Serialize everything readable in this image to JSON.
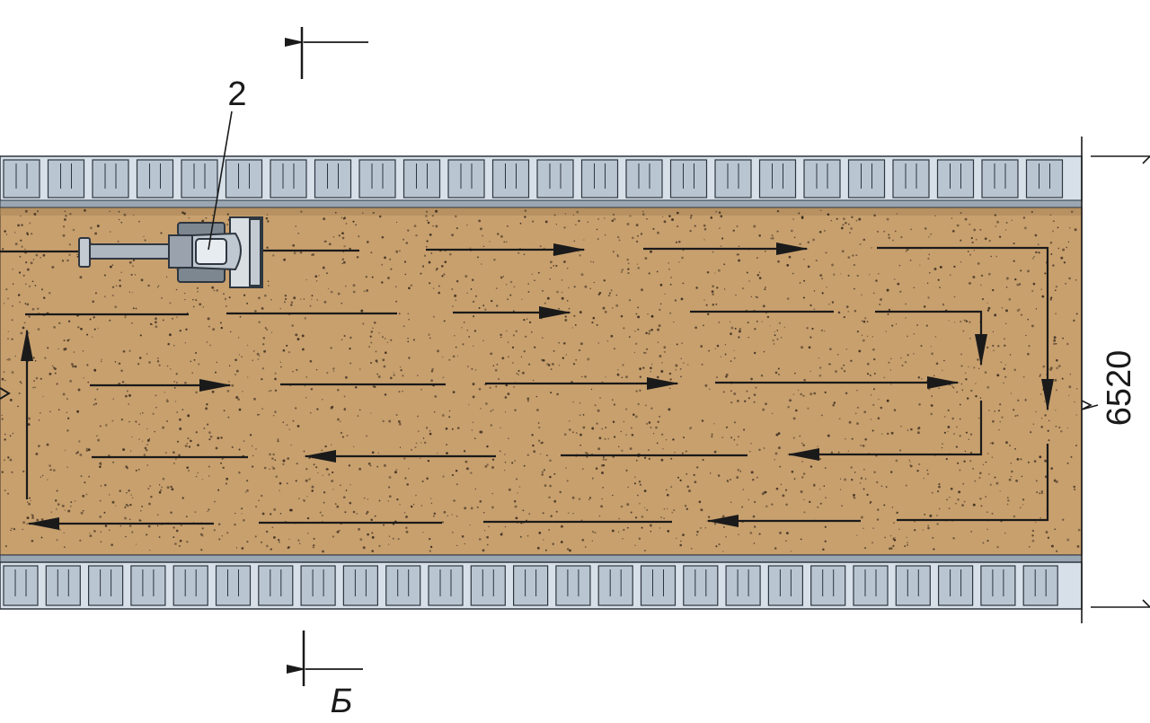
{
  "labels": {
    "callout_number": "2",
    "section_mark": "Б",
    "width_dimension": "6520"
  },
  "colors": {
    "pavement_fill": "#c8a06e",
    "pavement_speckle": "#3a2c1e",
    "curb_block_fill": "#b9c6d2",
    "curb_outline": "#2e3640",
    "arrow_stroke": "#1a1a1a",
    "roller_fill": "#aeb6bf"
  }
}
